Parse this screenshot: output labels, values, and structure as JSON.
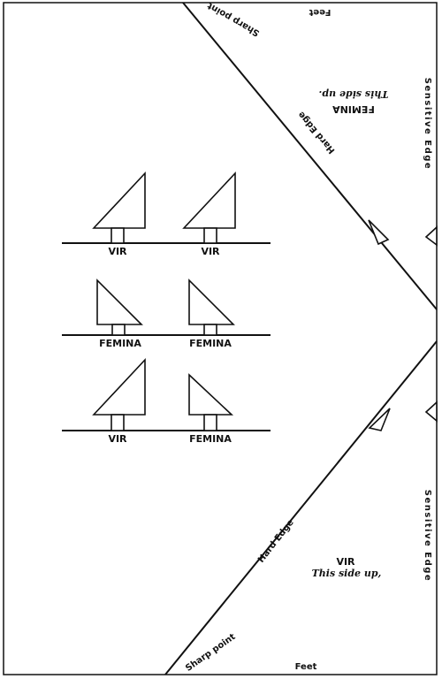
{
  "labels": {
    "feet_top": "Feet",
    "sharp_point_top": "Sharp point",
    "femina_upper": "FEMINA",
    "this_side_up_upper": "This side up.",
    "sensitive_edge_upper": "Sensitive Edge",
    "hard_edge_upper": "Hard Edge",
    "hard_edge_lower": "Hard Edge",
    "sharp_point_bottom": "Sharp point",
    "feet_bottom": "Feet",
    "vir_lower": "VIR",
    "this_side_up_lower": "This side up,",
    "sensitive_edge_lower": "Sensitive Edge"
  },
  "pieces": [
    {
      "label": "VIR"
    },
    {
      "label": "VIR"
    },
    {
      "label": "FEMINA"
    },
    {
      "label": "FEMINA"
    },
    {
      "label": "VIR"
    },
    {
      "label": "FEMINA"
    }
  ]
}
